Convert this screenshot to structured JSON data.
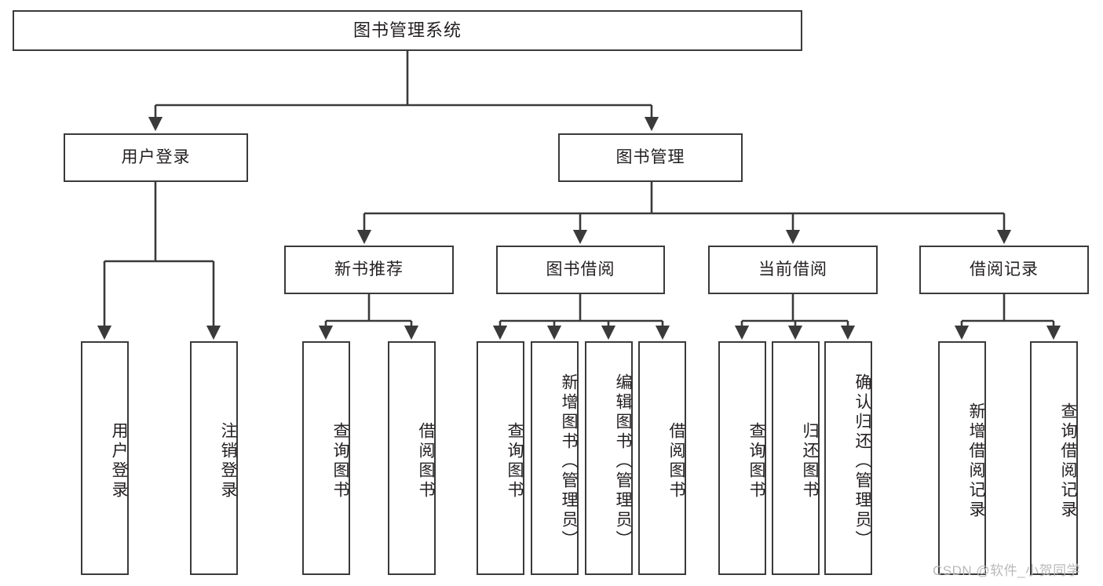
{
  "diagram": {
    "title": "图书管理系统",
    "type": "hierarchy-tree",
    "watermark": "CSDN @软件_小贺同学",
    "colors": {
      "stroke": "#3a3a3a",
      "fill": "#ffffff",
      "text": "#231f20",
      "watermark": "#b9b9b9"
    },
    "levels": {
      "level1": [
        "图书管理系统"
      ],
      "level2": [
        "用户登录",
        "图书管理"
      ],
      "level3": [
        "新书推荐",
        "图书借阅",
        "当前借阅",
        "借阅记录"
      ],
      "level4": [
        "用户登录",
        "注销登录",
        "查询图书",
        "借阅图书",
        "查询图书",
        "新增图书（管理员）",
        "编辑图书（管理员）",
        "借阅图书",
        "查询图书",
        "归还图书",
        "确认归还（管理员）",
        "新增借阅记录",
        "查询借阅记录"
      ]
    },
    "nodes": {
      "root": "图书管理系统",
      "user_login": "用户登录",
      "book_manage": "图书管理",
      "new_book_rec": "新书推荐",
      "book_borrow": "图书借阅",
      "current_borrow": "当前借阅",
      "borrow_record": "借阅记录",
      "leaf_user_login": "用户登录",
      "leaf_logout": "注销登录",
      "leaf_rec_query": "查询图书",
      "leaf_rec_borrow": "借阅图书",
      "leaf_borrow_query": "查询图书",
      "leaf_borrow_add": "新增图书（管理员）",
      "leaf_borrow_edit": "编辑图书（管理员）",
      "leaf_borrow_lend": "借阅图书",
      "leaf_cur_query": "查询图书",
      "leaf_cur_return": "归还图书",
      "leaf_cur_confirm": "确认归还（管理员）",
      "leaf_rec_add": "新增借阅记录",
      "leaf_rec_search": "查询借阅记录"
    }
  }
}
